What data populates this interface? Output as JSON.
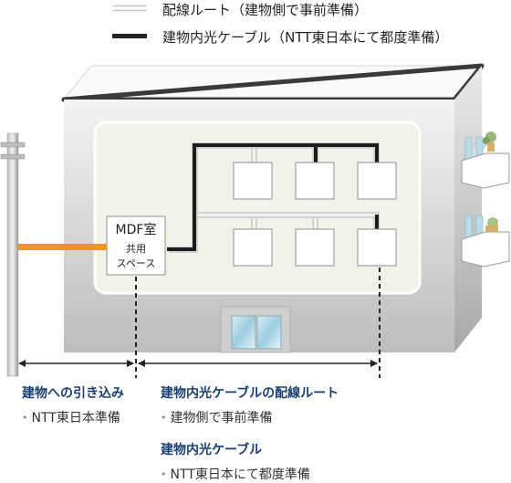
{
  "legend": {
    "building_wiring_label": "配線ルート（建物側で事前準備）",
    "ntt_cable_label": "建物内光ケーブル（NTT東日本にて都度準備）"
  },
  "room": {
    "title": "MDF室",
    "sub1": "共用",
    "sub2": "スペース"
  },
  "sections": {
    "lead_in_heading": "建物への引き込み",
    "lead_in_item": "NTT東日本準備",
    "route_heading": "建物内光ケーブルの配線ルート",
    "route_item": "建物側で事前準備",
    "cable_heading": "建物内光ケーブル",
    "cable_item": "NTT東日本にて都度準備"
  },
  "colors": {
    "ntt_cable": "#222222",
    "wiring_route": "#c8c8c8",
    "lead_in_cable": "#f0961e",
    "heading_text": "#1a3f73"
  },
  "icons": {
    "bullet": "•"
  }
}
